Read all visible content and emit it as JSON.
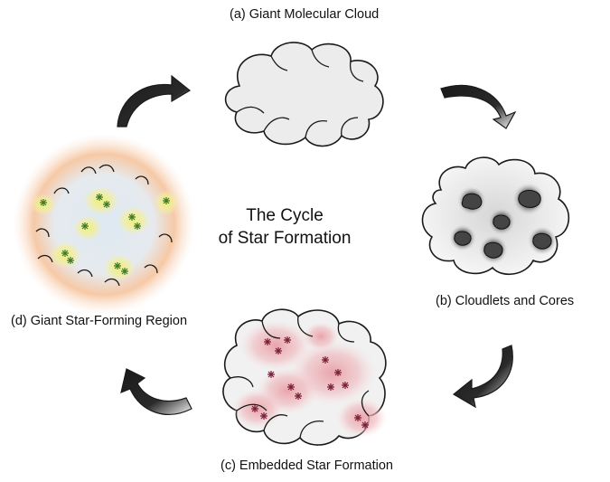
{
  "title_line1": "The Cycle",
  "title_line2": "of Star Formation",
  "stages": {
    "a": {
      "label": "(a) Giant Molecular Cloud"
    },
    "b": {
      "label": "(b) Cloudlets and Cores"
    },
    "c": {
      "label": "(c) Embedded Star Formation"
    },
    "d": {
      "label": "(d) Giant Star-Forming Region"
    }
  },
  "arrows": [
    "arrow-a-to-b",
    "arrow-b-to-c",
    "arrow-c-to-d",
    "arrow-d-to-a"
  ],
  "colors": {
    "outline": "#1a1a1a",
    "cloud_fill": "#ececec",
    "core_fill": "#555555",
    "embedded_glow": "#e8a0a8",
    "region_halo": "#f6c9a6",
    "region_core": "#dde9f2",
    "young_star_glow": "#eef07a",
    "young_star": "#3f7a2a",
    "embedded_star": "#7a1f38"
  }
}
